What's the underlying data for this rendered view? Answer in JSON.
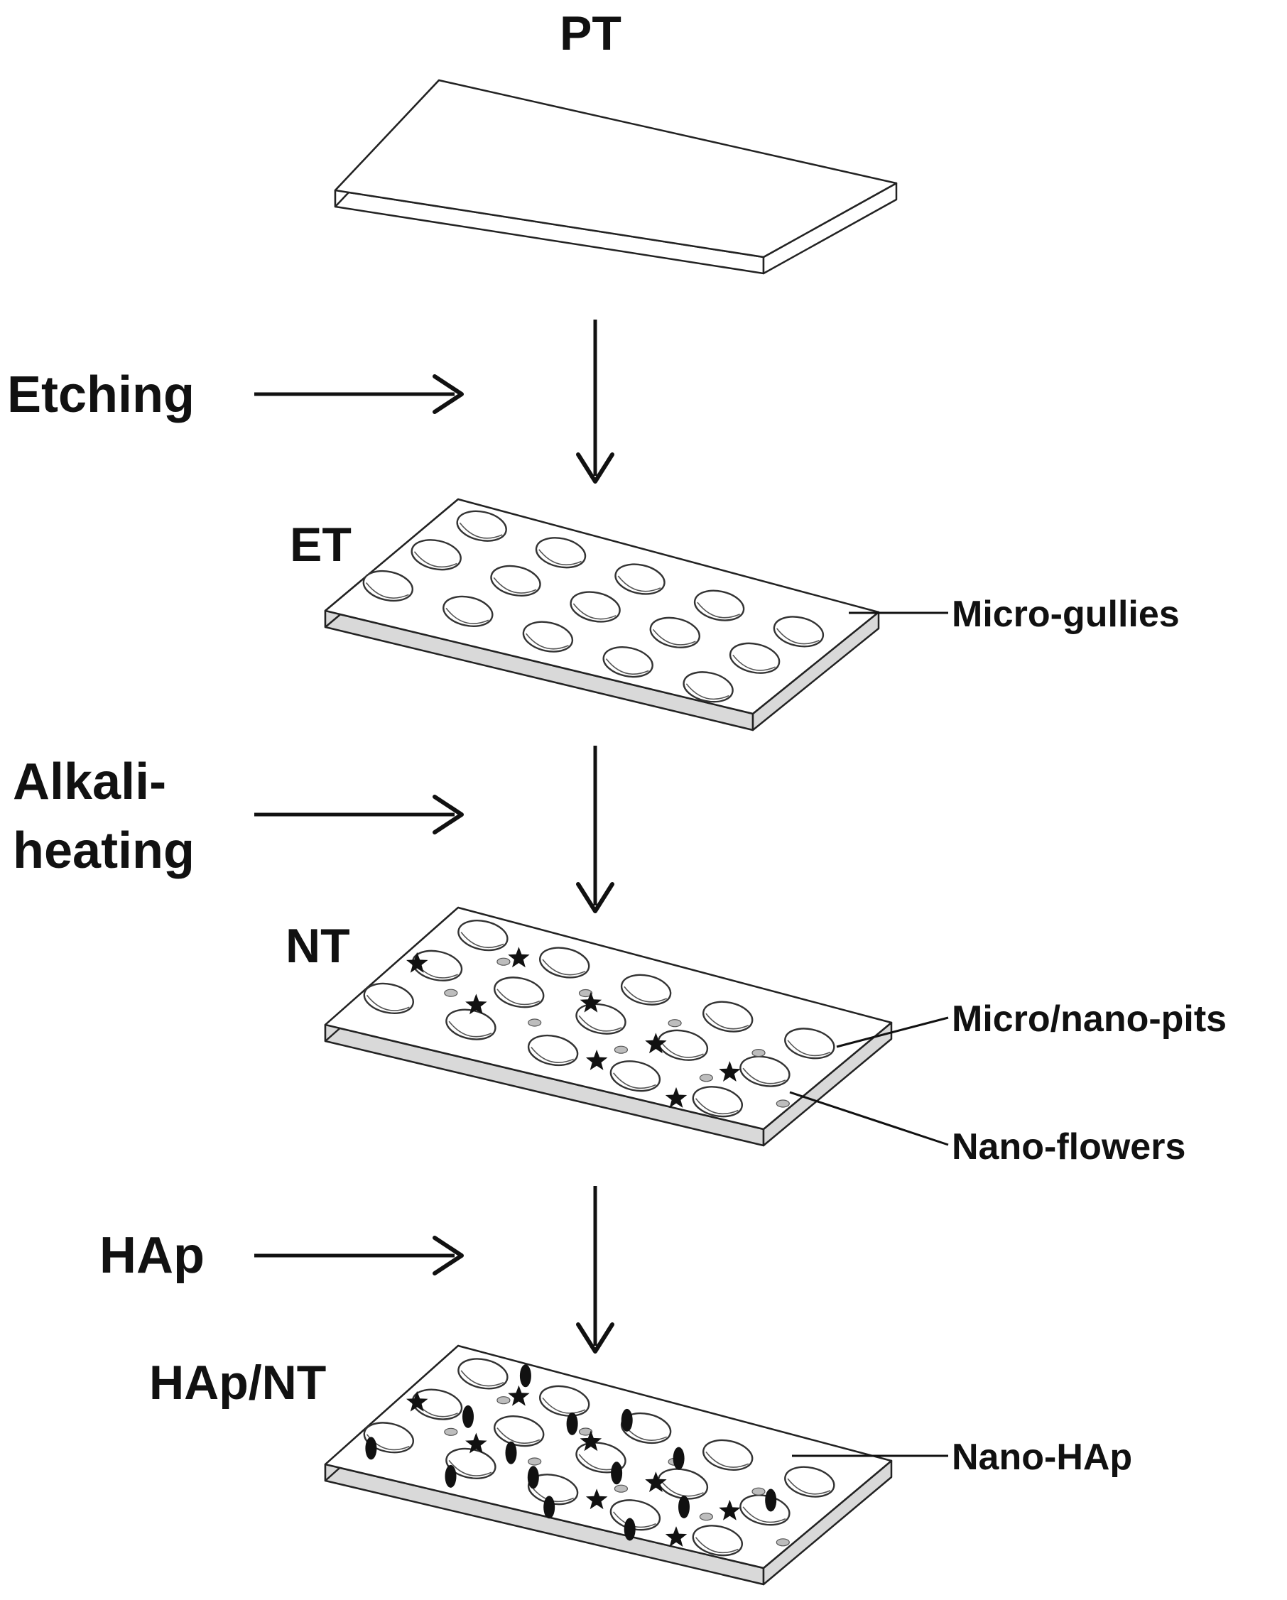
{
  "stages": [
    {
      "id": "pt",
      "label": "PT",
      "features": []
    },
    {
      "id": "et",
      "label": "ET",
      "features": [
        "gullies"
      ]
    },
    {
      "id": "nt",
      "label": "NT",
      "features": [
        "gullies",
        "pits",
        "flowers"
      ]
    },
    {
      "id": "hapnt",
      "label": "HAp/NT",
      "features": [
        "gullies",
        "pits",
        "flowers",
        "hap"
      ]
    }
  ],
  "steps": [
    {
      "id": "etching",
      "lines": [
        "Etching"
      ]
    },
    {
      "id": "alkali-heating",
      "lines": [
        "Alkali-",
        "heating"
      ]
    },
    {
      "id": "hap",
      "lines": [
        "HAp"
      ]
    }
  ],
  "callouts": [
    {
      "id": "micro-gullies",
      "label": "Micro-gullies"
    },
    {
      "id": "micro-nano-pits",
      "label": "Micro/nano-pits"
    },
    {
      "id": "nano-flowers",
      "label": "Nano-flowers"
    },
    {
      "id": "nano-hap",
      "label": "Nano-HAp"
    }
  ],
  "colors": {
    "line": "#111111",
    "plate_edge_shade": "#d9d9d9",
    "pit_fill": "#bdbdbd"
  }
}
